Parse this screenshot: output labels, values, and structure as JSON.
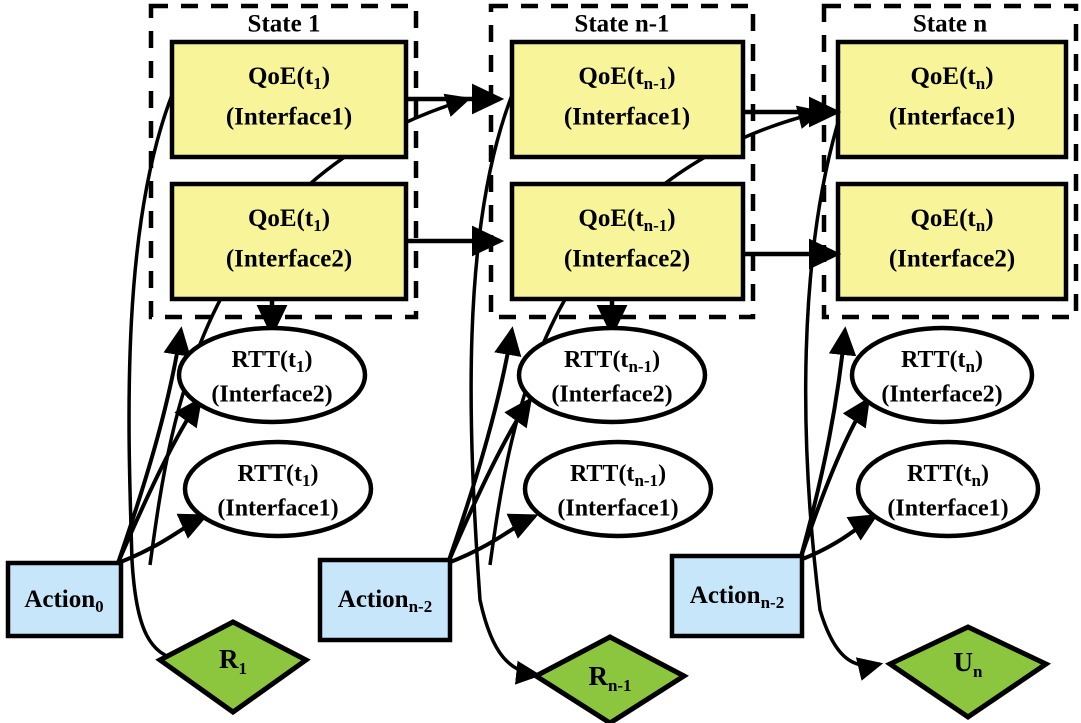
{
  "diagram": {
    "title": "MDP state transition diagram for multipath QoE optimization",
    "colors": {
      "qoe_fill": "#F7F49A",
      "rtt_fill": "#FFFFFF",
      "action_fill": "#C8E6FA",
      "reward_fill": "#8CC63F",
      "stroke": "#000000",
      "background": "#FFFFFF"
    },
    "state_groups": [
      {
        "label": "State 1"
      },
      {
        "label": "State n-1"
      },
      {
        "label": "State n"
      }
    ],
    "qoe_nodes": [
      {
        "line1": "QoE(t",
        "sub": "1",
        "line1_end": ")",
        "line2": "(Interface1)"
      },
      {
        "line1": "QoE(t",
        "sub": "1",
        "line1_end": ")",
        "line2": "(Interface2)"
      },
      {
        "line1": "QoE(t",
        "sub": "n-1",
        "line1_end": ")",
        "line2": "(Interface1)"
      },
      {
        "line1": "QoE(t",
        "sub": "n-1",
        "line1_end": ")",
        "line2": "(Interface2)"
      },
      {
        "line1": "QoE(t",
        "sub": "n",
        "line1_end": ")",
        "line2": "(Interface1)"
      },
      {
        "line1": "QoE(t",
        "sub": "n",
        "line1_end": ")",
        "line2": "(Interface2)"
      }
    ],
    "rtt_nodes": [
      {
        "line1": "RTT(t",
        "sub": "1",
        "line1_end": ")",
        "line2": "(Interface2)"
      },
      {
        "line1": "RTT(t",
        "sub": "1",
        "line1_end": ")",
        "line2": "(Interface1)"
      },
      {
        "line1": "RTT(t",
        "sub": "n-1",
        "line1_end": ")",
        "line2": "(Interface2)"
      },
      {
        "line1": "RTT(t",
        "sub": "n-1",
        "line1_end": ")",
        "line2": "(Interface1)"
      },
      {
        "line1": "RTT(t",
        "sub": "n",
        "line1_end": ")",
        "line2": "(Interface2)"
      },
      {
        "line1": "RTT(t",
        "sub": "n",
        "line1_end": ")",
        "line2": "(Interface1)"
      }
    ],
    "action_nodes": [
      {
        "base": "Action",
        "sub": "0"
      },
      {
        "base": "Action",
        "sub": "n-2"
      },
      {
        "base": "Action",
        "sub": "n-2"
      }
    ],
    "reward_nodes": [
      {
        "base": "R",
        "sub": "1"
      },
      {
        "base": "R",
        "sub": "n-1"
      },
      {
        "base": "U",
        "sub": "n"
      }
    ]
  }
}
